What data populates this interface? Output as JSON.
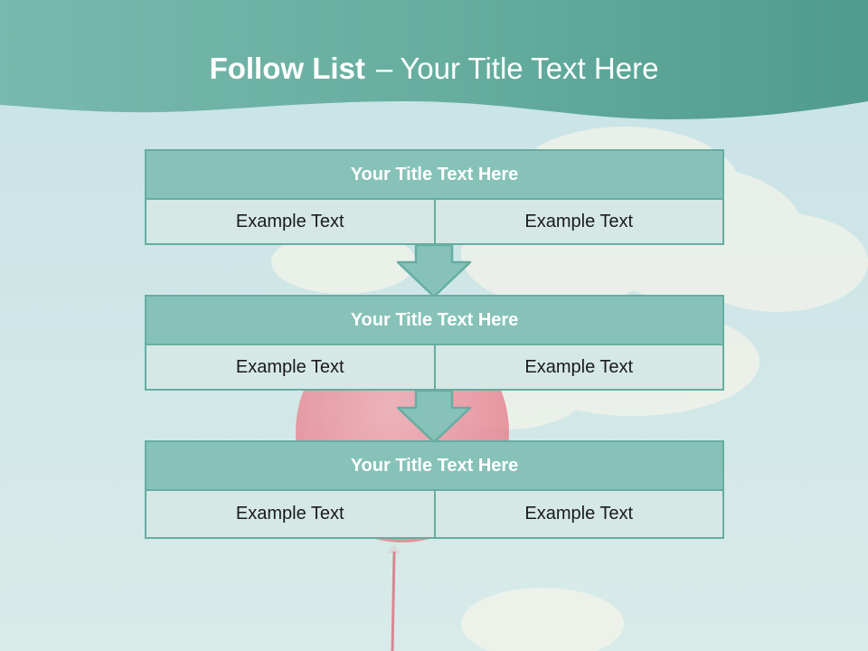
{
  "slide": {
    "title_bold": "Follow List",
    "title_sep": "–",
    "title_rest": "Your Title Text Here"
  },
  "blocks": [
    {
      "title": "Your Title Text Here",
      "cells": [
        "Example Text",
        "Example Text"
      ]
    },
    {
      "title": "Your Title Text Here",
      "cells": [
        "Example Text",
        "Example Text"
      ]
    },
    {
      "title": "Your Title Text Here",
      "cells": [
        "Example Text",
        "Example Text"
      ]
    }
  ],
  "colors": {
    "header_band": "#5faa9c",
    "box_title_fill": "#86c2b8",
    "box_border": "#66ada1",
    "cell_fill": "#d5e8e5",
    "sky": "#cfe5e8",
    "balloon": "#e98f9c"
  }
}
